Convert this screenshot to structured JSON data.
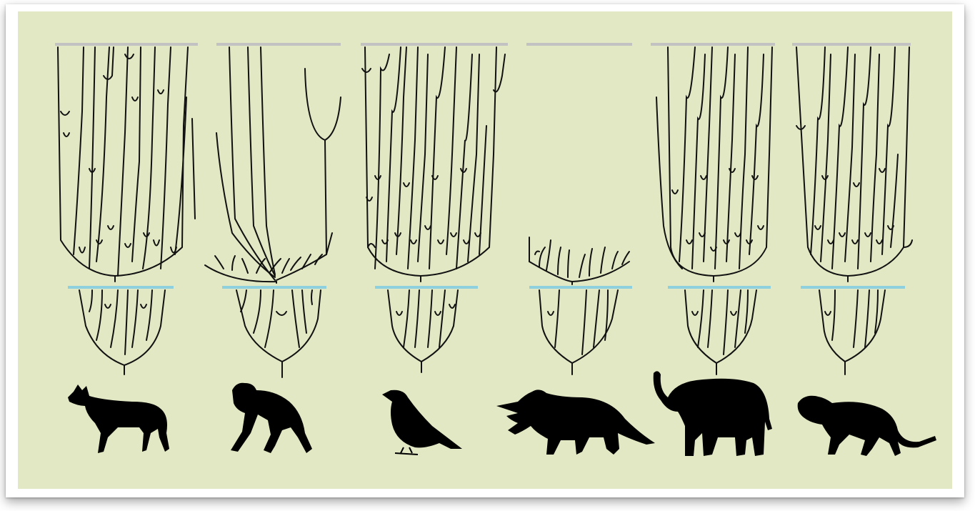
{
  "panels": [
    {
      "animal": "wolf",
      "has_top_bar": true
    },
    {
      "animal": "chimpanzee",
      "has_top_bar": true
    },
    {
      "animal": "bird",
      "has_top_bar": true
    },
    {
      "animal": "triceratops",
      "has_top_bar": true
    },
    {
      "animal": "elephant",
      "has_top_bar": true
    },
    {
      "animal": "big-cat",
      "has_top_bar": true
    }
  ],
  "colors": {
    "background": "#e2e8c4",
    "top_bar": "#c2c2c2",
    "mid_bar": "#8fd0df",
    "tree": "#111111",
    "silhouette": "#000000"
  }
}
